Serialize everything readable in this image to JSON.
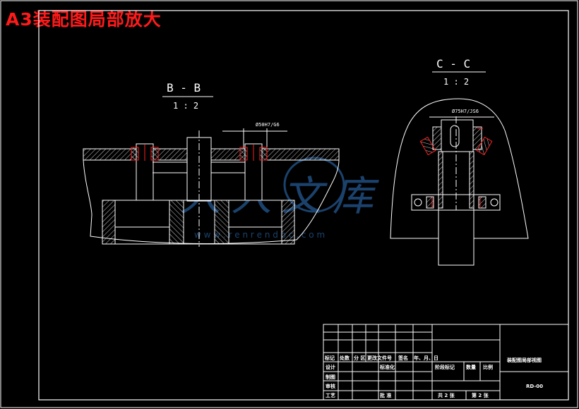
{
  "sheet_title": "A3装配图局部放大",
  "views": {
    "bb": {
      "label": "B - B",
      "scale": "1 : 2",
      "dimension": "Ø50H7/G6"
    },
    "cc": {
      "label": "C - C",
      "scale": "1 : 2",
      "dimension": "Ø75H7/JS6"
    }
  },
  "watermark": {
    "text": "人人文库",
    "url": "w w w . r e n r e n d o c . c o m"
  },
  "title_block": {
    "header_row": [
      "标记",
      "处数",
      "分 区",
      "更改文件号",
      "签名",
      "年、月、日"
    ],
    "rows_left": [
      "设计",
      "制图",
      "审核",
      "工艺"
    ],
    "standardization": "标准化",
    "approval": "批 准",
    "stage_headers": [
      "阶段标记",
      "数量",
      "比例"
    ],
    "sheets_total": "共 2 张",
    "sheet_current": "第 2 张",
    "drawing_name": "装配图局部视图",
    "drawing_code": "RD-00"
  },
  "colors": {
    "line": "#ffffff",
    "accent": "#ff2020",
    "watermark": "#1f4a78"
  }
}
